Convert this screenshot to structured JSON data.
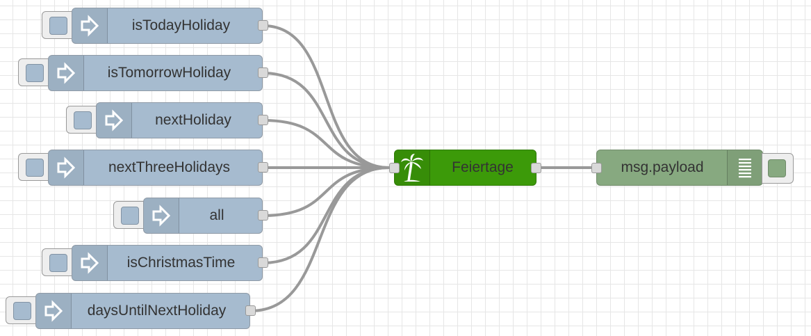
{
  "flow": {
    "inject_nodes": [
      {
        "label": "isTodayHoliday",
        "icon": "inject-arrow-icon",
        "color": "#a6bbcf"
      },
      {
        "label": "isTomorrowHoliday",
        "icon": "inject-arrow-icon",
        "color": "#a6bbcf"
      },
      {
        "label": "nextHoliday",
        "icon": "inject-arrow-icon",
        "color": "#a6bbcf"
      },
      {
        "label": "nextThreeHolidays",
        "icon": "inject-arrow-icon",
        "color": "#a6bbcf"
      },
      {
        "label": "all",
        "icon": "inject-arrow-icon",
        "color": "#a6bbcf"
      },
      {
        "label": "isChristmasTime",
        "icon": "inject-arrow-icon",
        "color": "#a6bbcf"
      },
      {
        "label": "daysUntilNextHoliday",
        "icon": "inject-arrow-icon",
        "color": "#a6bbcf"
      }
    ],
    "function_node": {
      "label": "Feiertage",
      "icon": "palm-tree-icon",
      "color": "#3c9a09"
    },
    "debug_node": {
      "label": "msg.payload",
      "icon": "debug-list-icon",
      "color": "#87a980"
    },
    "wire_color": "#999999"
  }
}
